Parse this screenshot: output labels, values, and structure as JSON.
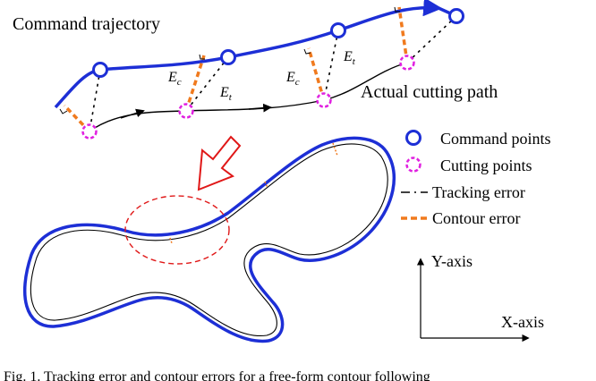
{
  "title_command": "Command trajectory",
  "title_actual": "Actual cutting path",
  "ec_label": "E",
  "ec_sub": "c",
  "et_label": "E",
  "et_sub": "t",
  "legend": {
    "command_points": "Command points",
    "cutting_points": "Cutting points",
    "tracking_error": "Tracking error",
    "contour_error": "Contour error"
  },
  "axes": {
    "y": "Y-axis",
    "x": "X-axis"
  },
  "caption": "Fig. 1.  Tracking error and contour errors for a free-form contour following",
  "colors": {
    "command": "#1d2fd6",
    "cutting": "#e020e0",
    "contour": "#f07a1e",
    "arrow": "#e01818",
    "black": "#000000"
  }
}
